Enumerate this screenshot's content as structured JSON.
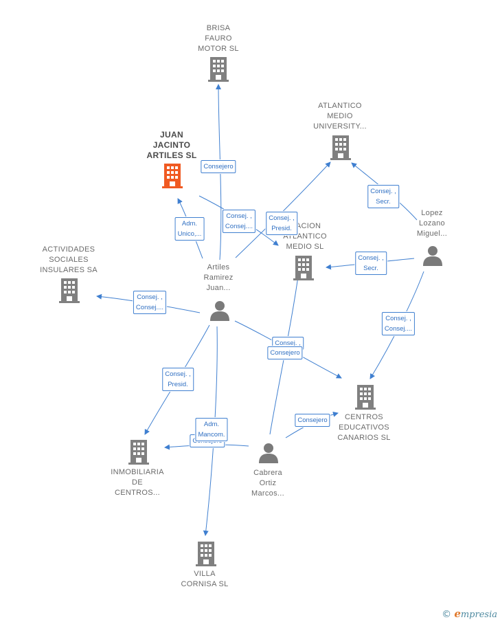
{
  "nodes": {
    "brisa": {
      "label": "BRISA\nFAURO\nMOTOR  SL"
    },
    "juan_jacinto": {
      "label": "JUAN\nJACINTO\nARTILES  SL"
    },
    "atlantico": {
      "label": "ATLANTICO\nMEDIO\nUNIVERSITY..."
    },
    "fundacion": {
      "label": "...ACION\nATLANTICO\nMEDIO  SL"
    },
    "actividades": {
      "label": "ACTIVIDADES\nSOCIALES\nINSULARES SA"
    },
    "centros": {
      "label": "CENTROS\nEDUCATIVOS\nCANARIOS SL"
    },
    "inmobiliaria": {
      "label": "INMOBILIARIA\nDE\nCENTROS..."
    },
    "villa": {
      "label": "VILLA\nCORNISA  SL"
    },
    "artiles": {
      "label": "Artiles\nRamirez\nJuan..."
    },
    "lopez": {
      "label": "Lopez\nLozano\nMiguel..."
    },
    "cabrera": {
      "label": "Cabrera\nOrtiz\nMarcos..."
    }
  },
  "relations": {
    "consejero_brisa": "Consejero",
    "adm_unico": "Adm.\nUnico,...",
    "consej_consej_1": "Consej. ,\nConsej....",
    "consej_presid_1": "Consej. ,\nPresid.",
    "consej_secr_1": "Consej. ,\nSecr.",
    "consej_secr_2": "Consej. ,\nSecr.",
    "consej_consej_2": "Consej. ,\nConsej....",
    "consej_consej_3": "Consej. ,\nConsej....",
    "consej_partial": "Consej. ,",
    "consejero_fund": "Consejero",
    "consej_presid_2": "Consej. ,\nPresid.",
    "adm_mancom": "Adm.\nMancom.",
    "consejero_inmo": "Consejero",
    "consejero_centros": "Consejero"
  },
  "colors": {
    "company": "#808080",
    "company_highlight": "#f05a22",
    "person": "#7a7a7a",
    "link": "#3f7fd0"
  },
  "brand": {
    "copyright": "©",
    "name_first": "e",
    "name_rest": "mpresia"
  }
}
